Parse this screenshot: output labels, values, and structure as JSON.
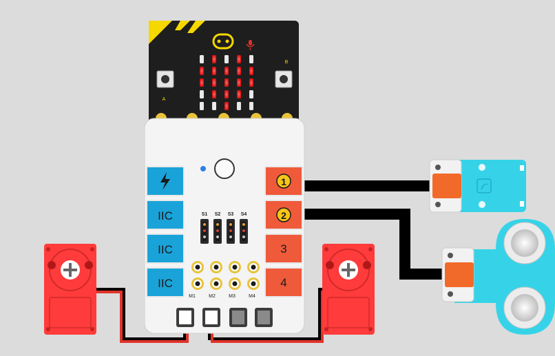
{
  "colors": {
    "background": "#dcdcdc",
    "microbit_body": "#1e1e1e",
    "led_on": "#e21b1b",
    "led_off": "#4a2a2a",
    "expansion_board": "#f4f4f4",
    "port_blue": "#1aa3d9",
    "port_orange": "#ef5a3a",
    "servo_red": "#ff3b3b",
    "sensor_cyan": "#36d3e8",
    "connector_orange": "#f26a2a",
    "wire_black": "#000000",
    "wire_red": "#e0332a"
  },
  "microbit": {
    "button_a_label": "A",
    "button_b_label": "B",
    "logo_icon": "microbit-logo-icon",
    "mic_icon": "microphone-icon",
    "led_matrix": [
      [
        0,
        1,
        0,
        1,
        0
      ],
      [
        1,
        1,
        1,
        1,
        1
      ],
      [
        1,
        1,
        1,
        1,
        1
      ],
      [
        0,
        1,
        1,
        1,
        0
      ],
      [
        0,
        0,
        1,
        0,
        0
      ]
    ]
  },
  "board": {
    "left_ports": [
      {
        "label": "",
        "icon": "lightning-icon"
      },
      {
        "label": "IIC"
      },
      {
        "label": "IIC"
      },
      {
        "label": "IIC"
      }
    ],
    "right_ports": [
      {
        "label": "1",
        "highlight": true
      },
      {
        "label": "2",
        "highlight": true
      },
      {
        "label": "3",
        "highlight": false
      },
      {
        "label": "4",
        "highlight": false
      }
    ],
    "switch_labels": [
      "S1",
      "S2",
      "S3",
      "S4"
    ],
    "motor_labels": [
      "M1",
      "M2",
      "M3",
      "M4"
    ],
    "power_led_icon": "blue-led-icon",
    "power_button_icon": "round-button-icon"
  },
  "devices": {
    "left_servo": "servo-motor",
    "right_servo": "servo-motor",
    "touch_sensor": "touch-sensor-module",
    "ultrasonic_sensor": "ultrasonic-sensor-module"
  }
}
